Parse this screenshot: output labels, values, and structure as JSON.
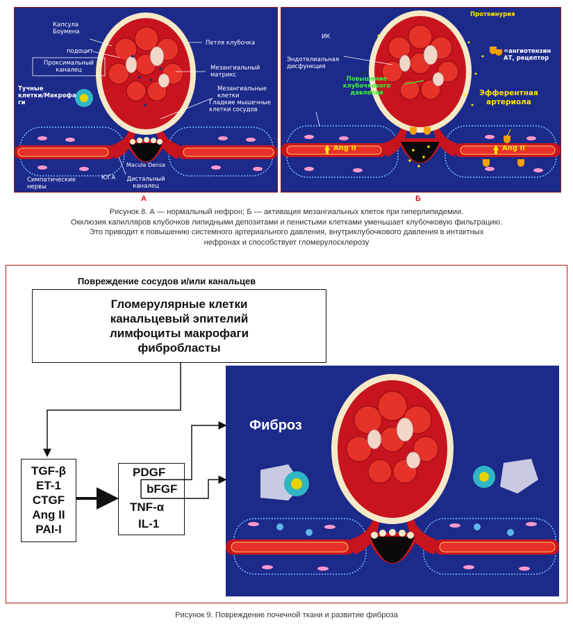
{
  "figure8": {
    "panel_a": {
      "letter": "А",
      "labels": {
        "bowman": "Капсула\nБоумена",
        "loop": "Петля клубочка",
        "podocyte": "подоцит",
        "proximal": "Проксимальный\nканалец",
        "mesangial_matrix": "Мезангиальный\nматрикс",
        "mast": "Тучные\nклетки/Макрофа\nги",
        "mesangial_cells": "Мезангиальные\nклетки",
        "smooth": "Гладкие мышечные\nклетки сосудов",
        "macula": "Macula  Densa",
        "sympathetic": "Симпатические\nнервы",
        "juga": "ЮГА",
        "distal": "Дистальный\nканалец"
      }
    },
    "panel_b": {
      "letter": "Б",
      "labels": {
        "proteinuria": "Протеинурия",
        "ik": "ИК",
        "endothelial": "Эндотелиальная\nдисфункция",
        "pressure": "Повышение\nклубочкового\nдавления",
        "legend": "=ангиотензин\nАТ, рецептор",
        "efferent": "Эфферентная\nартериола",
        "ang_left": "Ang II",
        "ang_right": "Ang II"
      }
    },
    "caption_label": "Рисунок 8.",
    "caption_lines": [
      " А — нормальный нефрон; Б — активация мезангиальных клеток при гиперлипидемии.",
      "Окклюзия капилляров клубочков липидными депозитами и пенистыми клетками уменьшает клубочковую фильтрацию.",
      "Это приводит к повышению системного артериального давления, внутриклубочкового давления в интактных",
      "нефронах и способствует гломерулосклерозу"
    ]
  },
  "figure9": {
    "header": "Повреждение сосудов и/или канальцев",
    "top_box_lines": [
      "Гломерулярные клетки",
      "канальцевый эпителий",
      "лимфоциты макрофаги",
      "фибробласты"
    ],
    "left_box_lines": [
      "TGF-β",
      "ET-1",
      "CTGF",
      "Ang II",
      "PAI-I"
    ],
    "mid_box_lines": [
      "PDGF",
      "bFGF",
      "TNF-α",
      "IL-1"
    ],
    "image_label": "Фиброз",
    "caption": "Рисунок 9.  Повреждение почечной ткани и развитие фиброза"
  },
  "colors": {
    "panel_bg": "#1c2a8a",
    "vessel": "#c8141e",
    "highlight_yellow": "#ffe600",
    "highlight_green": "#3ef03e"
  }
}
